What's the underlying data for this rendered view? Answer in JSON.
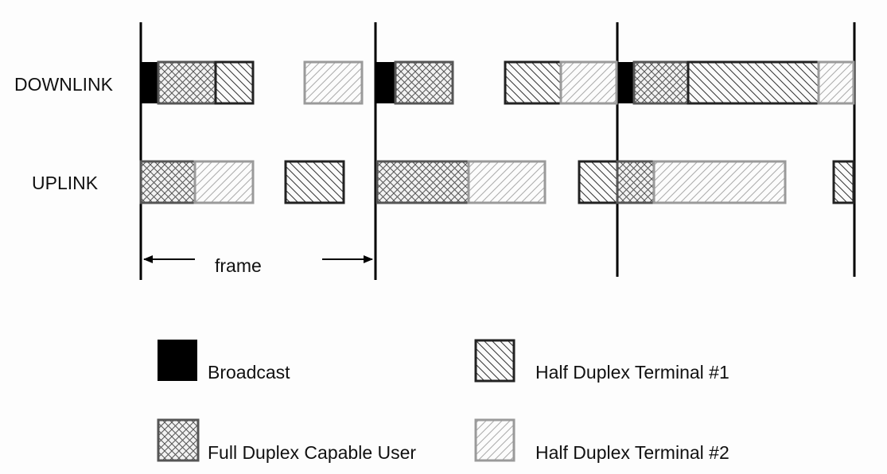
{
  "rows": {
    "downlink": "DOWNLINK",
    "uplink": "UPLINK"
  },
  "frame_label": "frame",
  "legend": [
    {
      "key": "broadcast",
      "label": "Broadcast"
    },
    {
      "key": "hd1",
      "label": "Half Duplex Terminal #1"
    },
    {
      "key": "full",
      "label": "Full Duplex Capable User"
    },
    {
      "key": "hd2",
      "label": "Half Duplex Terminal #2"
    }
  ],
  "colors": {
    "broadcast": "#000000",
    "full_border": "#555555",
    "hd1_border": "#222222",
    "hd2_border": "#9a9a9a",
    "frame_line": "#000000"
  }
}
